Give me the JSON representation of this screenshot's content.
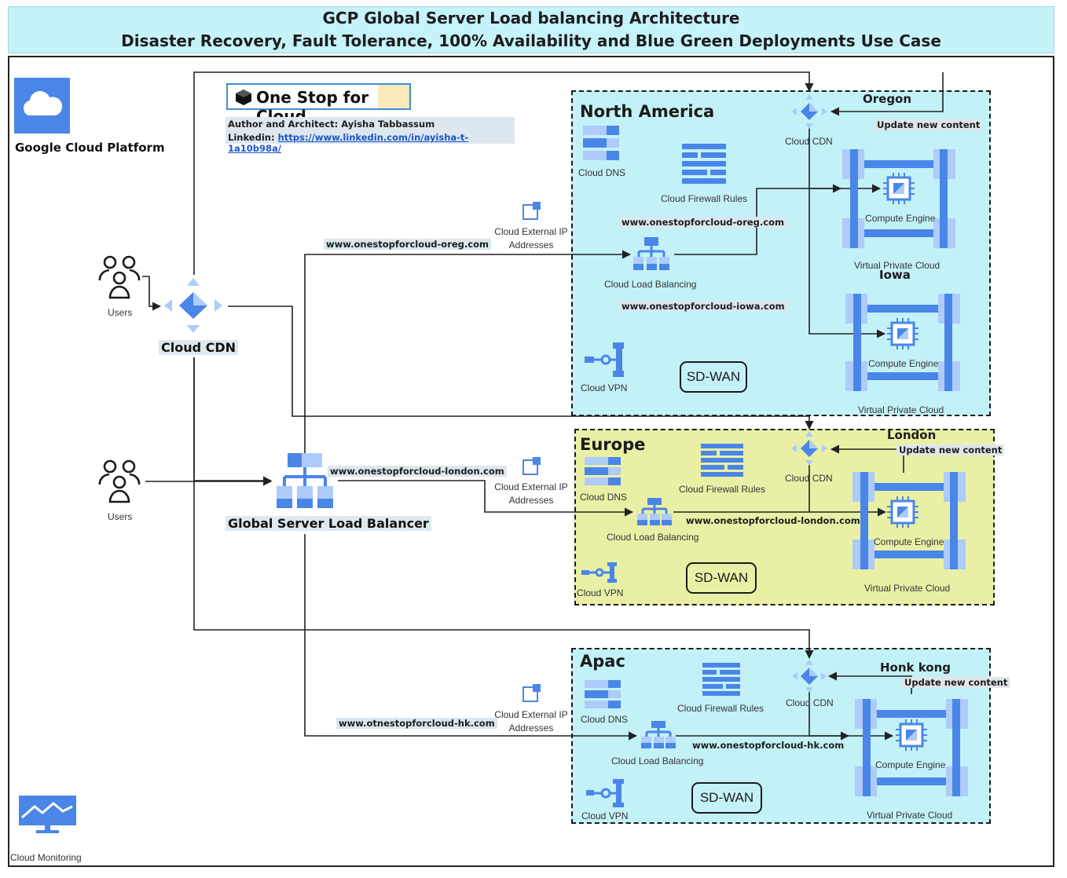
{
  "header": {
    "title_line1": "GCP Global Server Load balancing Architecture",
    "title_line2": "Disaster Recovery, Fault Tolerance, 100% Availability and Blue Green Deployments Use Case"
  },
  "platform": {
    "label": "Google Cloud Platform"
  },
  "brand": {
    "name": "One Stop for Cloud",
    "author": "Author and Architect: Ayisha Tabbassum",
    "linkedin_label": "Linkedin:",
    "linkedin_url": "https://www.linkedin.com/in/ayisha-t-1a10b98a/"
  },
  "users": {
    "label_top": "Users",
    "label_bottom": "Users"
  },
  "global": {
    "cdn_label": "Cloud CDN",
    "gslb_label": "Global Server Load Balancer",
    "monitoring_label": "Cloud Monitoring",
    "url_oreg": "www.onestopforcloud-oreg.com",
    "url_london": "www.onestopforcloud-london.com",
    "url_hk": "www.otnestopforcloud-hk.com"
  },
  "regions": {
    "na": {
      "title": "North America",
      "dns": "Cloud DNS",
      "firewall": "Cloud Firewall Rules",
      "ext_ip": "Cloud External IP Addresses",
      "lb": "Cloud Load Balancing",
      "vpn": "Cloud VPN",
      "sdwan": "SD-WAN",
      "cdn": "Cloud CDN",
      "site1": "Oregon",
      "site2": "Iowa",
      "update": "Update new content",
      "url1": "www.onestopforcloud-oreg.com",
      "url2": "www.onestopforcloud-iowa.com",
      "compute1": "Compute Engine",
      "compute2": "Compute Engine",
      "vpc1": "Virtual Private Cloud",
      "vpc2": "Virtual Private Cloud"
    },
    "eu": {
      "title": "Europe",
      "dns": "Cloud DNS",
      "firewall": "Cloud Firewall Rules",
      "ext_ip": "Cloud External IP Addresses",
      "lb": "Cloud Load Balancing",
      "vpn": "Cloud VPN",
      "sdwan": "SD-WAN",
      "cdn": "Cloud CDN",
      "site": "London",
      "update": "Update new content",
      "url": "www.onestopforcloud-london.com",
      "compute": "Compute Engine",
      "vpc": "Virtual Private Cloud"
    },
    "ap": {
      "title": "Apac",
      "dns": "Cloud DNS",
      "firewall": "Cloud Firewall Rules",
      "ext_ip": "Cloud External IP Addresses",
      "lb": "Cloud Load Balancing",
      "vpn": "Cloud VPN",
      "sdwan": "SD-WAN",
      "cdn": "Cloud CDN",
      "site": "Honk kong",
      "update": "Update new content",
      "url": "www.onestopforcloud-hk.com",
      "compute": "Compute Engine",
      "vpc": "Virtual Private Cloud"
    }
  },
  "colors": {
    "header_bg": "#c6f2fa",
    "region_blue": "#c3f1f8",
    "region_yellow": "#e9f0a6",
    "icon_blue": "#4a86e8",
    "icon_light": "#aecbfa",
    "connector": "#222222"
  }
}
